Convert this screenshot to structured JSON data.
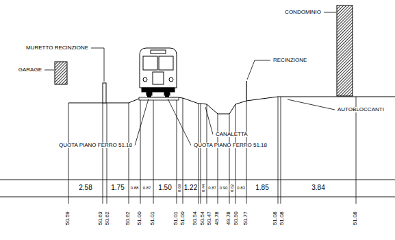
{
  "diagram": {
    "labels": [
      "CONDOMINIO",
      "MURETTO RECINZIONE",
      "GARAGE",
      "RECINZIONE",
      "AUTOBLOCCANTI",
      "CANALETTA",
      "QUOTA PIANO FERRO 51.18",
      "QUOTA PIANO FERRO 51.18",
      "2.58",
      "1.75",
      "0.88",
      "0.87",
      "1.50",
      "0.69",
      "1.22",
      "0.44",
      "0.87",
      "0.90",
      "0.62",
      "0.83",
      "1.85",
      "3.84",
      "50.59",
      "50.63",
      "50.62",
      "50.62",
      "51.00",
      "51.01",
      "51.01",
      "51.00",
      "50.54",
      "50.54",
      "50.47",
      "49.78",
      "49.78",
      "50.50",
      "50.77",
      "51.08",
      "51.08",
      "51.08"
    ]
  }
}
